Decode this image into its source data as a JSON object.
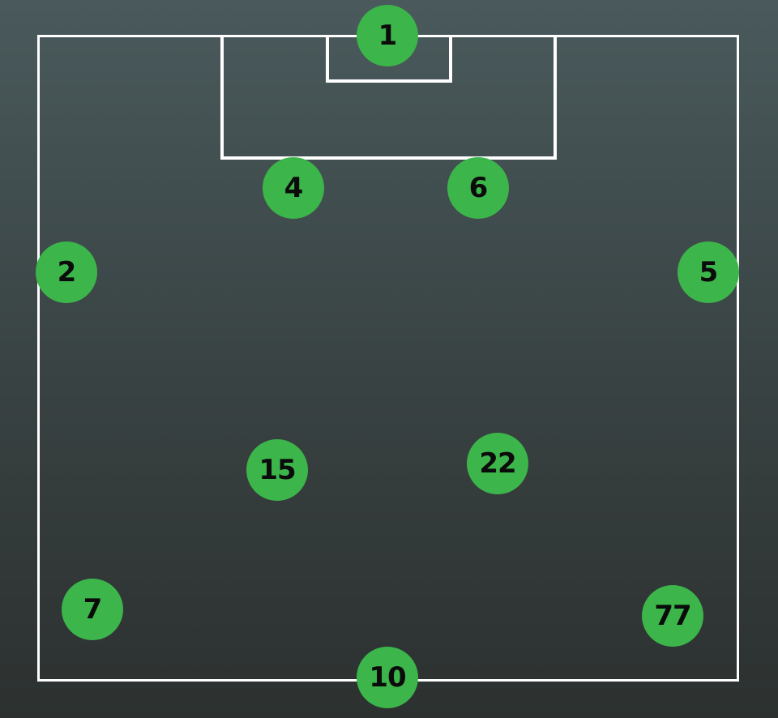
{
  "colors": {
    "background_top": "#4a5a5c",
    "background_bottom": "#2c3130",
    "lines": "#ffffff",
    "player_marker": "#3cb54a",
    "player_number": "#0b0b0b"
  },
  "players": [
    {
      "number": "1"
    },
    {
      "number": "4"
    },
    {
      "number": "6"
    },
    {
      "number": "2"
    },
    {
      "number": "5"
    },
    {
      "number": "15"
    },
    {
      "number": "22"
    },
    {
      "number": "7"
    },
    {
      "number": "77"
    },
    {
      "number": "10"
    }
  ]
}
